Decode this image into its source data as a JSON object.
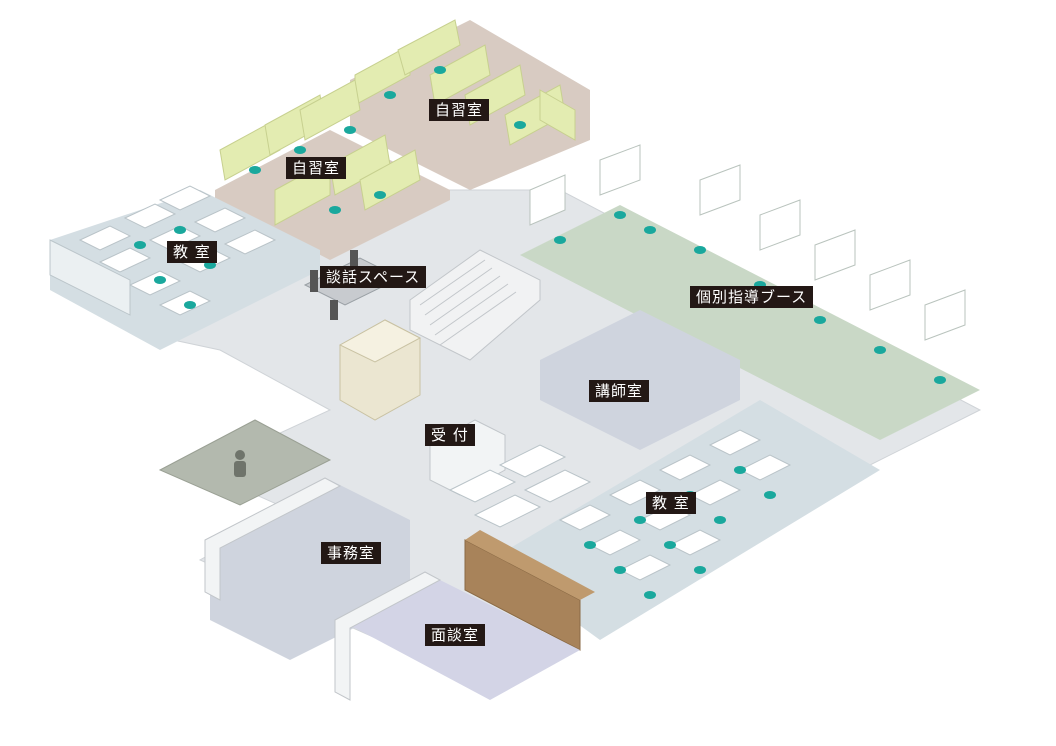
{
  "labels": {
    "study_room_top": "自習室",
    "study_room_left": "自習室",
    "classroom_left": "教 室",
    "lounge": "談話スペース",
    "individual_booths": "個別指導ブース",
    "instructor_room": "講師室",
    "reception": "受 付",
    "classroom_right": "教 室",
    "office": "事務室",
    "interview_room": "面談室"
  },
  "colors": {
    "study_floor": "#d8cbc2",
    "study_wall": "#e3ecb1",
    "classroom_floor": "#d4dee3",
    "corridor": "#e3e6e9",
    "booth_floor": "#c9d8c6",
    "office_floor": "#cfd4de",
    "interview_floor": "#d3d4e6",
    "wood_partition": "#a8835a",
    "chair": "#1aa89d",
    "label_bg": "#231815",
    "label_text": "#ffffff"
  }
}
